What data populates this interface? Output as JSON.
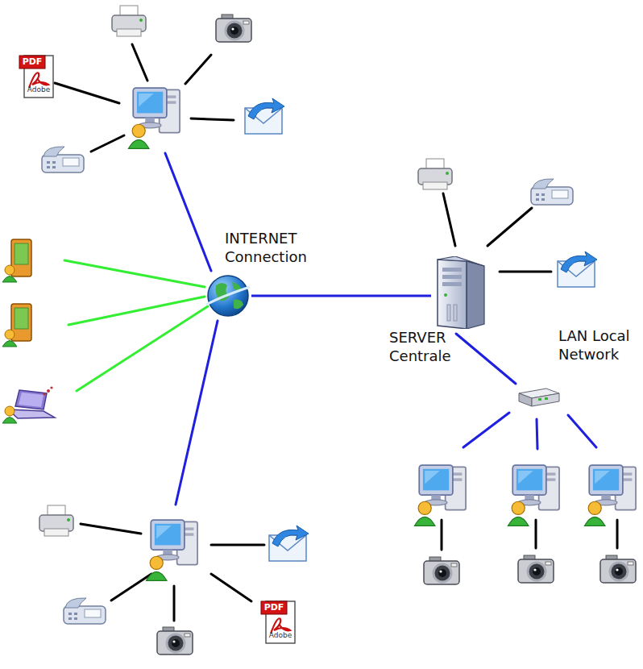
{
  "diagram": {
    "nodes": [
      {
        "text": [
          "INTERNET Connection"
        ]
      },
      {
        "text": [
          "SERVER Centrale"
        ]
      }
    ],
    "edges": [
      {
        "from": 0,
        "to": 1,
        "arrow": "none"
      }
    ],
    "labels": [
      "LAN Local Network",
      "PDF",
      "Adobe",
      "PDF",
      "Adobe"
    ]
  }
}
